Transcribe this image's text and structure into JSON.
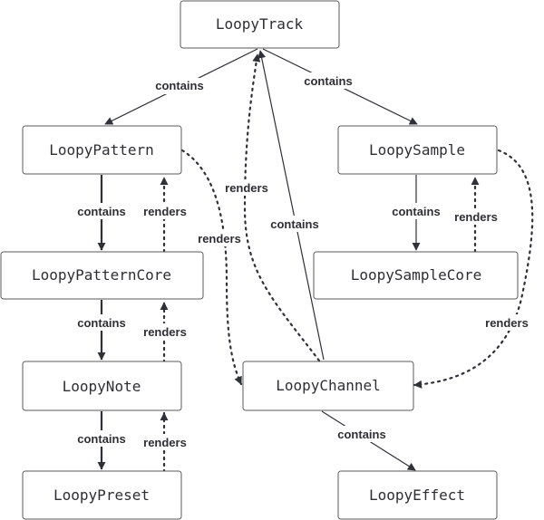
{
  "nodes": {
    "track": "LoopyTrack",
    "pattern": "LoopyPattern",
    "sample": "LoopySample",
    "pattern_core": "LoopyPatternCore",
    "sample_core": "LoopySampleCore",
    "note": "LoopyNote",
    "channel": "LoopyChannel",
    "preset": "LoopyPreset",
    "effect": "LoopyEffect"
  },
  "edges": {
    "contains": "contains",
    "renders": "renders"
  }
}
